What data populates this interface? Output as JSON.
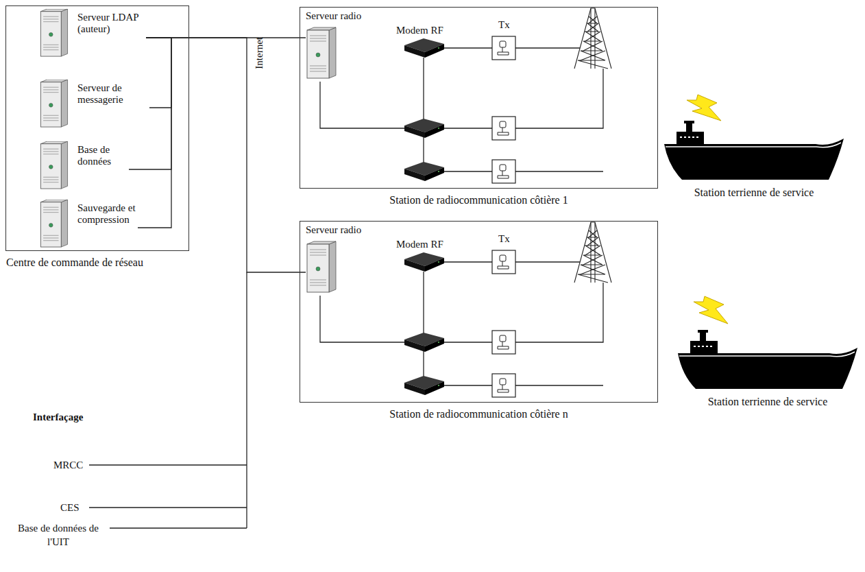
{
  "diagram": {
    "nodes": [
      {
        "text": [
          "Centre de commande de réseau"
        ]
      },
      {
        "text": [
          "Serveur LDAP (auteur)"
        ],
        "in": 0
      },
      {
        "text": [
          "Serveur de messagerie"
        ],
        "in": 0
      },
      {
        "text": [
          "Base de données"
        ],
        "in": 0
      },
      {
        "text": [
          "Sauvegarde et compression"
        ],
        "in": 0
      },
      {
        "text": [
          "Station de radiocommunication côtière 1"
        ]
      },
      {
        "text": [
          "Serveur radio"
        ],
        "in": 5
      },
      {
        "text": [
          "Station terrienne de service"
        ]
      },
      {
        "text": [
          "Station de radiocommunication côtière n"
        ]
      },
      {
        "text": [
          "Serveur radio"
        ],
        "in": 8
      },
      {
        "text": [
          "Station terrienne de service"
        ]
      }
    ],
    "edges": [
      {
        "from": 1,
        "to": 6,
        "arrow": "none"
      },
      {
        "from": 1,
        "to": 9,
        "arrow": "none"
      },
      {
        "from": 2,
        "to": 1,
        "arrow": "none"
      },
      {
        "from": 3,
        "to": 1,
        "arrow": "none"
      },
      {
        "from": 4,
        "to": 1,
        "arrow": "none"
      }
    ],
    "labels": [
      "Modem RF",
      "Tx",
      "Modem RF",
      "Tx",
      "Internet",
      "Interfaçage",
      "MRCC",
      "CES",
      "Base de données de l'UIT"
    ]
  }
}
